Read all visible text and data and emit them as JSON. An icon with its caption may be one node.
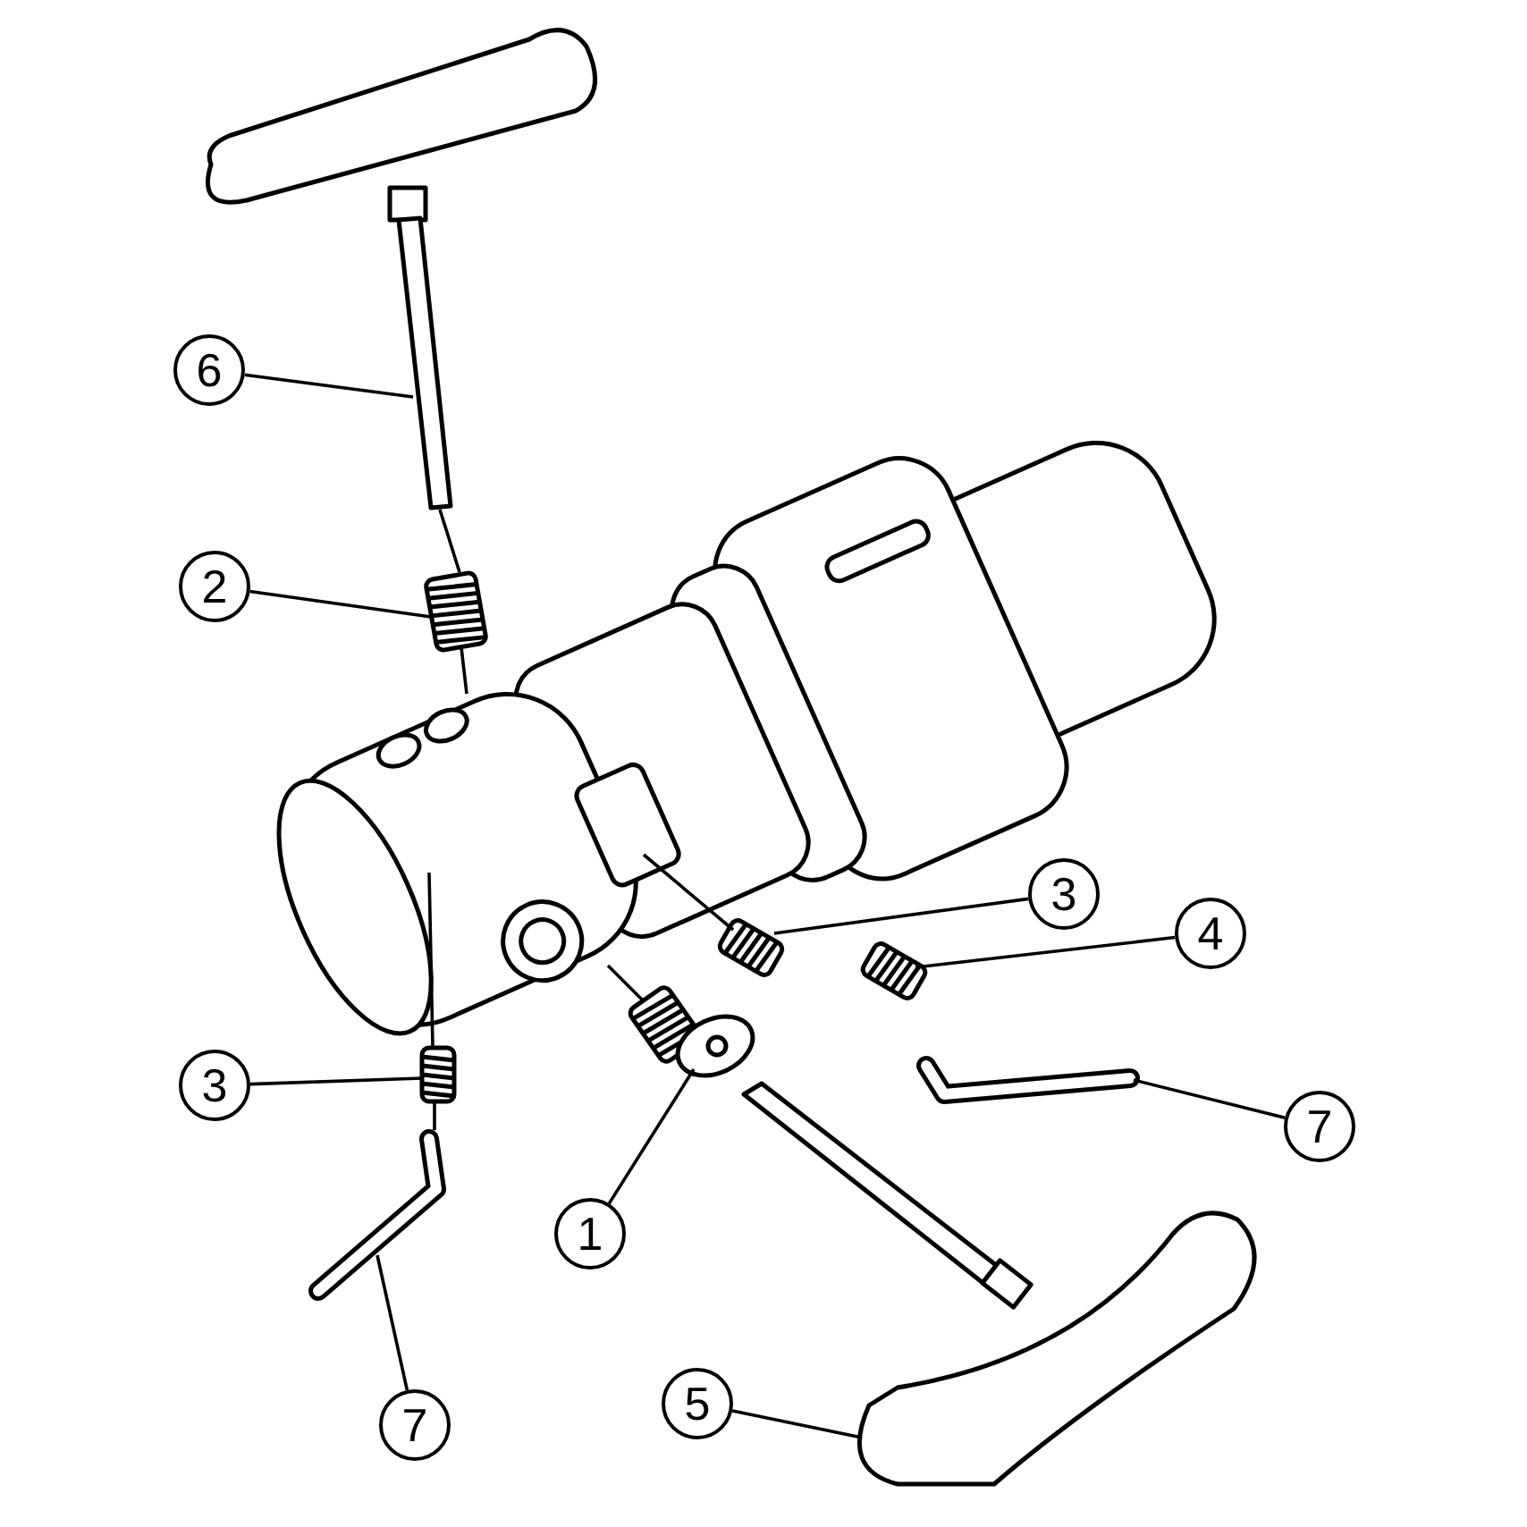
{
  "diagram": {
    "nodes": [
      {
        "text": [
          "6"
        ]
      },
      {
        "text": [
          "2"
        ]
      },
      {
        "text": [
          "3"
        ]
      },
      {
        "text": [
          "4"
        ]
      },
      {
        "text": [
          "3"
        ]
      },
      {
        "text": [
          "7"
        ]
      },
      {
        "text": [
          "1"
        ]
      },
      {
        "text": [
          "5"
        ]
      },
      {
        "text": [
          "7"
        ]
      },
      {
        "text": [],
        "shape": "picture"
      },
      {
        "text": [],
        "shape": "picture"
      },
      {
        "text": [],
        "shape": "picture"
      },
      {
        "text": [],
        "shape": "picture"
      },
      {
        "text": [],
        "shape": "picture"
      },
      {
        "text": [],
        "shape": "picture"
      },
      {
        "text": [],
        "shape": "picture"
      },
      {
        "text": [],
        "shape": "picture"
      },
      {
        "text": [],
        "shape": "picture"
      }
    ],
    "edges": [
      {
        "from": 0,
        "to": 9,
        "arrow": "none"
      },
      {
        "from": 1,
        "to": 10,
        "arrow": "none"
      },
      {
        "from": 2,
        "to": 11,
        "arrow": "none"
      },
      {
        "from": 3,
        "to": 12,
        "arrow": "none"
      },
      {
        "from": 4,
        "to": 14,
        "arrow": "none"
      },
      {
        "from": 5,
        "to": 13,
        "arrow": "none"
      },
      {
        "from": 6,
        "to": 15,
        "arrow": "none"
      },
      {
        "from": 7,
        "to": 17,
        "arrow": "none"
      },
      {
        "from": 8,
        "to": 16,
        "arrow": "none"
      },
      {
        "from": 9,
        "to": 10,
        "arrow": "none"
      },
      {
        "from": 14,
        "to": 16,
        "arrow": "none"
      },
      {
        "from": 10,
        "to": null,
        "arrow": "none"
      },
      {
        "from": null,
        "to": 14,
        "arrow": "none"
      },
      {
        "from": 11,
        "to": null,
        "arrow": "none"
      },
      {
        "from": 15,
        "to": null,
        "arrow": "none"
      }
    ]
  }
}
